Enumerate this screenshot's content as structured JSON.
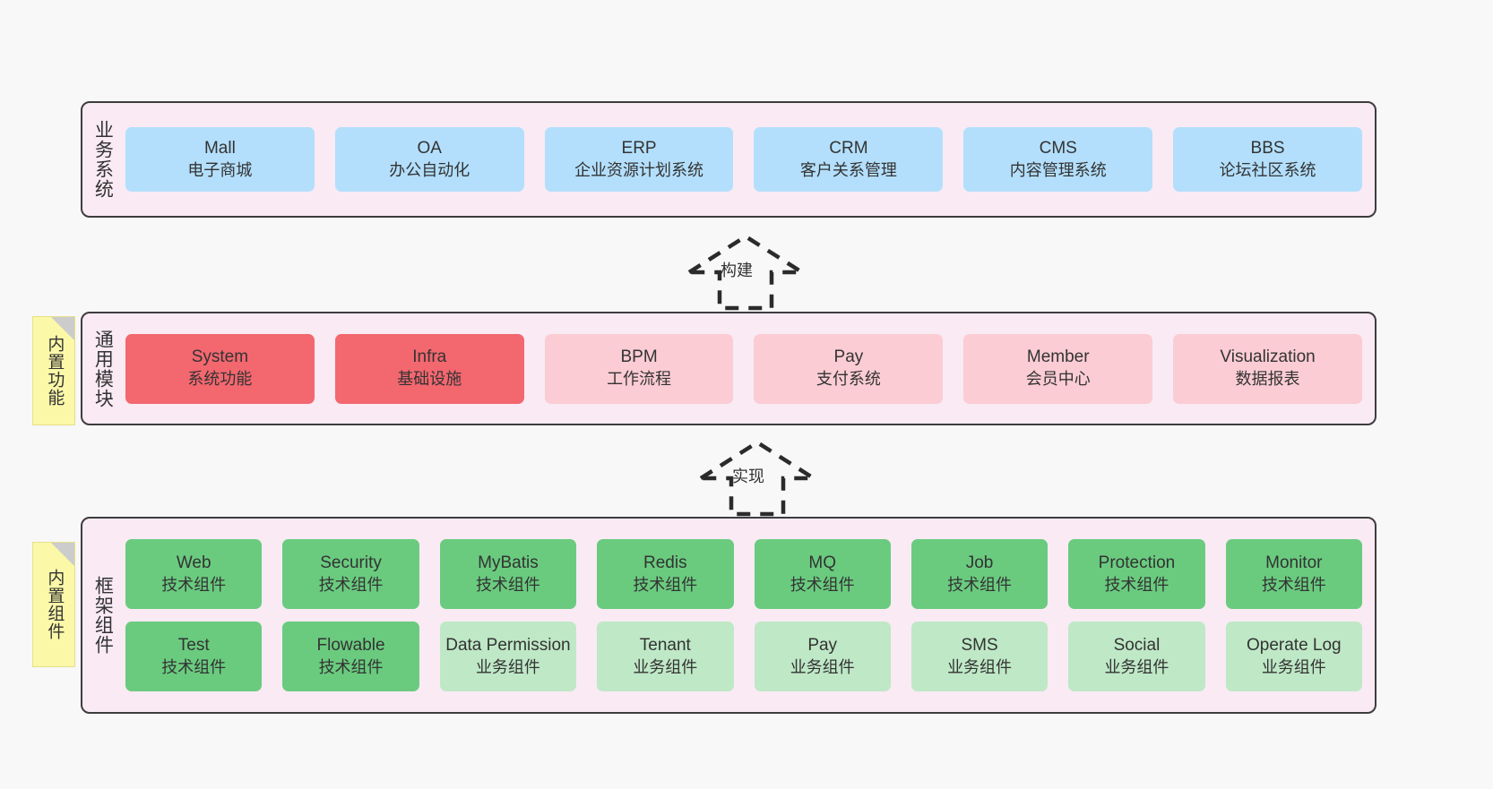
{
  "diagram": {
    "background": "#f8f8f8",
    "panel_background": "#f9eaf4",
    "panel_border": "#3d3d3d",
    "colors": {
      "blue": "#b3dffc",
      "red": "#f3676f",
      "pink": "#fbccd4",
      "green": "#6acb7f",
      "light_green": "#bfe8c6",
      "sticky_yellow": "#fbf8a8",
      "sticky_fold": "#cccccc"
    }
  },
  "layers": {
    "business": {
      "title": "业务系统",
      "cards": [
        {
          "name": "Mall",
          "cn": "电子商城",
          "color": "blue"
        },
        {
          "name": "OA",
          "cn": "办公自动化",
          "color": "blue"
        },
        {
          "name": "ERP",
          "cn": "企业资源计划系统",
          "color": "blue"
        },
        {
          "name": "CRM",
          "cn": "客户关系管理",
          "color": "blue"
        },
        {
          "name": "CMS",
          "cn": "内容管理系统",
          "color": "blue"
        },
        {
          "name": "BBS",
          "cn": "论坛社区系统",
          "color": "blue"
        }
      ]
    },
    "common": {
      "title": "通用模块",
      "sticky": "内置功能",
      "cards": [
        {
          "name": "System",
          "cn": "系统功能",
          "color": "red"
        },
        {
          "name": "Infra",
          "cn": "基础设施",
          "color": "red"
        },
        {
          "name": "BPM",
          "cn": "工作流程",
          "color": "pink"
        },
        {
          "name": "Pay",
          "cn": "支付系统",
          "color": "pink"
        },
        {
          "name": "Member",
          "cn": "会员中心",
          "color": "pink"
        },
        {
          "name": "Visualization",
          "cn": "数据报表",
          "color": "pink"
        }
      ]
    },
    "framework": {
      "title": "框架组件",
      "sticky": "内置组件",
      "row1": [
        {
          "name": "Web",
          "cn": "技术组件",
          "color": "green"
        },
        {
          "name": "Security",
          "cn": "技术组件",
          "color": "green"
        },
        {
          "name": "MyBatis",
          "cn": "技术组件",
          "color": "green"
        },
        {
          "name": "Redis",
          "cn": "技术组件",
          "color": "green"
        },
        {
          "name": "MQ",
          "cn": "技术组件",
          "color": "green"
        },
        {
          "name": "Job",
          "cn": "技术组件",
          "color": "green"
        },
        {
          "name": "Protection",
          "cn": "技术组件",
          "color": "green"
        },
        {
          "name": "Monitor",
          "cn": "技术组件",
          "color": "green"
        }
      ],
      "row2": [
        {
          "name": "Test",
          "cn": "技术组件",
          "color": "green"
        },
        {
          "name": "Flowable",
          "cn": "技术组件",
          "color": "green"
        },
        {
          "name": "Data Permission",
          "cn": "业务组件",
          "color": "lightgreen"
        },
        {
          "name": "Tenant",
          "cn": "业务组件",
          "color": "lightgreen"
        },
        {
          "name": "Pay",
          "cn": "业务组件",
          "color": "lightgreen"
        },
        {
          "name": "SMS",
          "cn": "业务组件",
          "color": "lightgreen"
        },
        {
          "name": "Social",
          "cn": "业务组件",
          "color": "lightgreen"
        },
        {
          "name": "Operate Log",
          "cn": "业务组件",
          "color": "lightgreen"
        }
      ]
    }
  },
  "connectors": [
    {
      "label": "构建",
      "from": "common",
      "to": "business"
    },
    {
      "label": "实现",
      "from": "framework",
      "to": "common"
    }
  ]
}
